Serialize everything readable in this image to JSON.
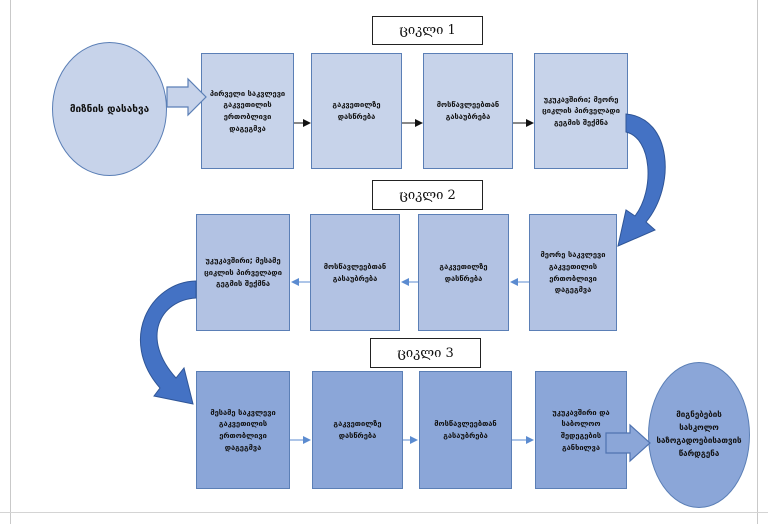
{
  "cycles": {
    "c1": "ციკლი 1",
    "c2": "ციკლი 2",
    "c3": "ციკლი 3"
  },
  "start": {
    "label": "მიზნის დასახვა"
  },
  "row1": {
    "b1": "პირველი საკვლევი გაკვეთილის ერთობლივი დაგეგმვა",
    "b2": "გაკვეთილზე დასწრება",
    "b3": "მოსწავლეებთან გასაუბრება",
    "b4": "უკუკავშირი; მეორე ციკლის პირველადი გეგმის შექმნა"
  },
  "row2": {
    "b1": "მეორე საკვლევი გაკვეთილის ერთობლივი დაგეგმვა",
    "b2": "გაკვეთილზე დასწრება",
    "b3": "მოსწავლეებთან გასაუბრება",
    "b4": "უკუკავშირი; მესამე ციკლის პირველადი გეგმის შექმნა"
  },
  "row3": {
    "b1": "მესამე საკვლევი გაკვეთილის ერთობლივი დაგეგმვა",
    "b2": "გაკვეთილზე დასწრება",
    "b3": "მოსწავლეებთან გასაუბრება",
    "b4": "უკუკავშირი და საბოლოო შედეგების განხილვა"
  },
  "end": {
    "label": "მიგნებების სასკოლო საზოგადოებისათვის წარდგენა"
  },
  "colors": {
    "light": "#c7d3ea",
    "mid": "#b2c2e3",
    "dark": "#8ba6d8",
    "curve_arrow": "#4472c4",
    "connector_blue": "#5b8bd0"
  }
}
